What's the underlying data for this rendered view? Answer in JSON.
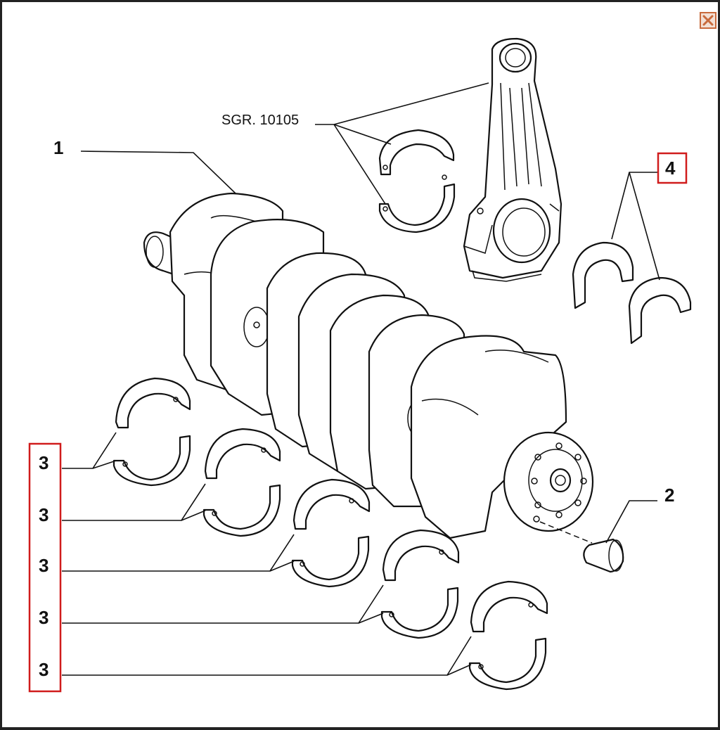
{
  "window": {
    "close_icon": "close-x-icon",
    "close_color": "#c86a3c"
  },
  "diagram": {
    "subgroup_ref": "SGR. 10105",
    "callouts": [
      {
        "id": "crankshaft",
        "label": "1"
      },
      {
        "id": "pin",
        "label": "2"
      },
      {
        "id": "main-bearing-1",
        "label": "3"
      },
      {
        "id": "main-bearing-2",
        "label": "3"
      },
      {
        "id": "main-bearing-3",
        "label": "3"
      },
      {
        "id": "main-bearing-4",
        "label": "3"
      },
      {
        "id": "main-bearing-5",
        "label": "3"
      },
      {
        "id": "thrust-washers",
        "label": "4"
      }
    ],
    "highlight_color": "#d01c1c"
  }
}
